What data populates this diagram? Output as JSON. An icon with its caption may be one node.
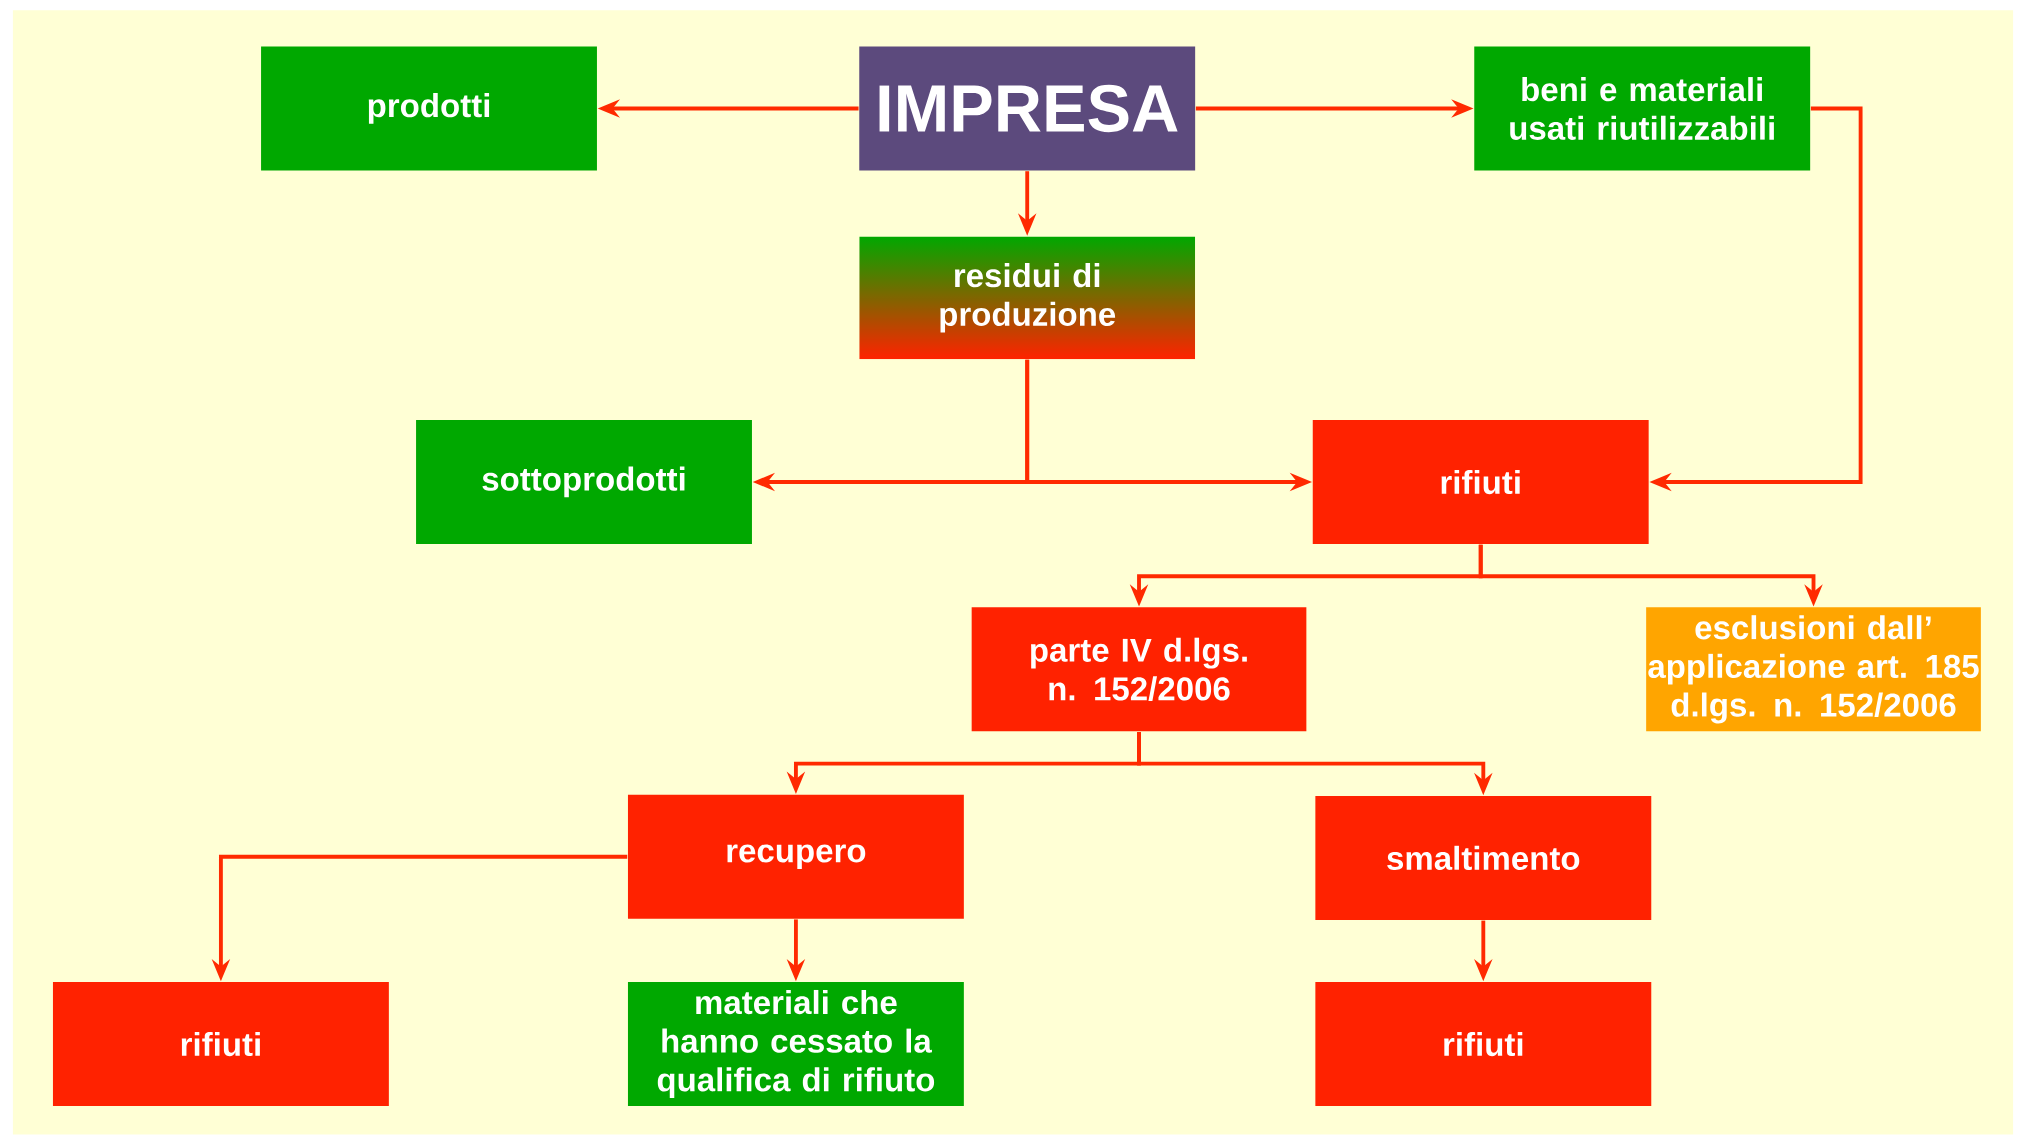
{
  "diagram": {
    "nodes": [
      {
        "text": [
          "prodotti"
        ]
      },
      {
        "text": [
          "IMPRESA"
        ]
      },
      {
        "text": [
          "beni e materiali usati riutilizzabili"
        ]
      },
      {
        "text": [
          "residui di produzione"
        ]
      },
      {
        "text": [
          "sottoprodotti"
        ]
      },
      {
        "text": [
          "rifiuti"
        ]
      },
      {
        "text": [
          "parte IV d.lgs. n. 152/2006"
        ]
      },
      {
        "text": [
          "esclusioni dall’ applicazione art. 185 d.lgs. n. 152/2006"
        ]
      },
      {
        "text": [
          "recupero"
        ]
      },
      {
        "text": [
          "smaltimento"
        ]
      },
      {
        "text": [
          "rifiuti"
        ]
      },
      {
        "text": [
          "materiali che hanno cessato la qualifica di rifiuto"
        ]
      },
      {
        "text": [
          "rifiuti"
        ]
      }
    ],
    "edges": [
      {
        "from": 1,
        "to": 0,
        "arrow": "to"
      },
      {
        "from": 1,
        "to": 2,
        "arrow": "to"
      },
      {
        "from": 1,
        "to": 3,
        "arrow": "to"
      },
      {
        "from": 3,
        "to": 4,
        "arrow": "to"
      },
      {
        "from": 3,
        "to": 5,
        "arrow": "to"
      },
      {
        "from": 2,
        "to": 5,
        "arrow": "to"
      },
      {
        "from": 5,
        "to": 6,
        "arrow": "to"
      },
      {
        "from": 5,
        "to": 7,
        "arrow": "to"
      },
      {
        "from": 6,
        "to": 8,
        "arrow": "to"
      },
      {
        "from": 6,
        "to": 9,
        "arrow": "to"
      },
      {
        "from": 8,
        "to": 10,
        "arrow": "to"
      },
      {
        "from": 8,
        "to": 11,
        "arrow": "to"
      },
      {
        "from": 9,
        "to": 12,
        "arrow": "to"
      }
    ]
  }
}
